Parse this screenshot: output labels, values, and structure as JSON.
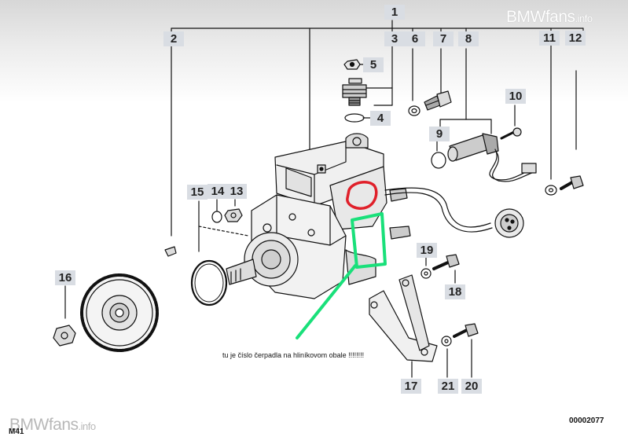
{
  "watermark": {
    "top_brand": "BMWfans",
    "top_suffix": ".info",
    "bottom_brand": "BMWfans",
    "bottom_suffix": ".info"
  },
  "diagram_code_left": "M41",
  "diagram_code_right": "00002077",
  "annotation_text": "tu je číslo čerpadla na hliníkovom obale !!!!!!!!",
  "callouts": {
    "c1": "1",
    "c2": "2",
    "c3": "3",
    "c4": "4",
    "c5": "5",
    "c6": "6",
    "c7": "7",
    "c8": "8",
    "c9": "9",
    "c10": "10",
    "c11": "11",
    "c12": "12",
    "c13": "13",
    "c14": "14",
    "c15": "15",
    "c16": "16",
    "c17": "17",
    "c18": "18",
    "c19": "19",
    "c20": "20",
    "c21": "21"
  },
  "colors": {
    "highlight_red": "#e0202a",
    "highlight_green": "#19e07a",
    "callout_bg": "#d9dde3",
    "line": "#111111"
  }
}
